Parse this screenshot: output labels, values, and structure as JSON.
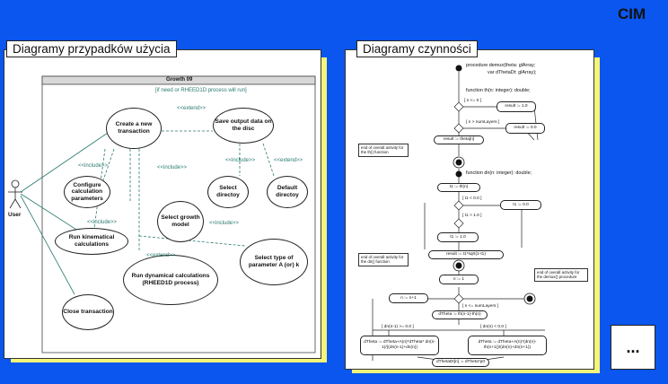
{
  "corner_label": "CIM",
  "more_label": "...",
  "left_panel": {
    "title": "Diagramy przypadków użycia",
    "system_title": "Growth 09",
    "actor": "User",
    "guard_note": "[if need or RHEED1D process will run]",
    "use_cases": {
      "create": "Create a new transaction",
      "save": "Save output data on the disc",
      "configure": "Configure calculation parameters",
      "select_dir": "Select directoy",
      "default_dir": "Default directoy",
      "select_model": "Select growth model",
      "kinematical": "Run kinematical calculations",
      "dynamical": "Run dynamical calculations (RHEED1D process)",
      "param": "Select type of parameter A (or) k",
      "close": "Close transaction"
    },
    "relations": {
      "extend1": "<<extend>>",
      "include1": "<<include>>",
      "include2": "<<include>>",
      "include3": "<<include>>",
      "extend2": "<<extend>>",
      "include4": "<<include>>",
      "include5": "<<include>>",
      "extend3": "<<extend>>"
    }
  },
  "right_panel": {
    "title": "Diagramy czynności",
    "proc_header_1": "procedure demux(theta: glArray;",
    "proc_header_2": "var dThetaDt: glArray);",
    "func_th": "function th(n: integer): double;",
    "guard_n0": "[ n <= 0 ]",
    "guard_layers": "[ n > numLayers ]",
    "result_1": "result := 1.0",
    "result_0": "result := 0.0",
    "result_theta": "result := theta[n]",
    "note_th": "end of overall activity for the th() function",
    "func_dn": "function dn(n: integer): double;",
    "t1": "t1 := th(n)",
    "guard_t1": "[ t1 < 0.0 ]",
    "t1_zero": "t1 := 0.0",
    "guard_t1_gt": "[ t1 > 1.0 ]",
    "t1_one": "t1 := 1.0",
    "result_dn": "result := t1*sqrt(1-t1)",
    "note_dn": "end of overall activity for the dn() function",
    "n_one": "n := 1",
    "note_demux": "end of overall activity for the demux() procedure",
    "n_inc": "n := n+1",
    "guard_loop": "[ n <= numLayers ]",
    "dtheta": "dTheta := th(n-1)-th(n)",
    "guard_dn1": "[ dn(n-1) >= 0.0 ]",
    "guard_dn": "[ dn(n) < 0.0 ]",
    "calc_left": "dTheta := dTheta+A(n)*dTheta* dn(n-1)/((dn(n-1)+dn(n))",
    "calc_right": "dTheta := dTheta+A(n)*(dn(n)- th(n+1))/(dn(n)+dn(n+1))",
    "assign": "dThetaDt[n] := dTheta*p0"
  }
}
